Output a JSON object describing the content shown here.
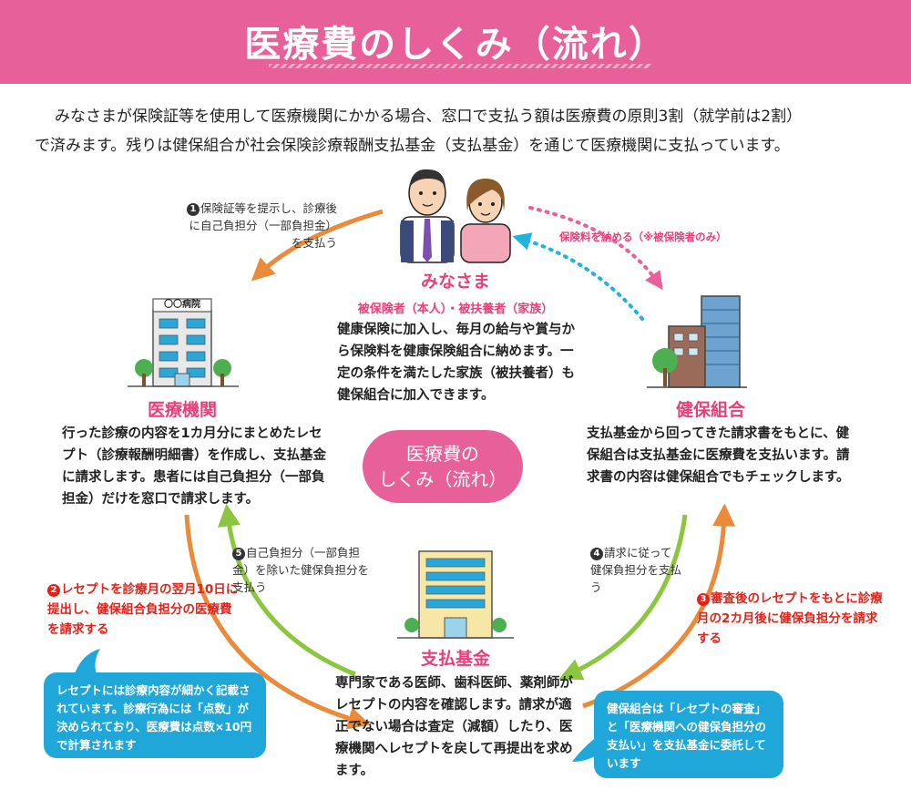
{
  "header": {
    "title": "医療費のしくみ（流れ）"
  },
  "intro": {
    "line1": "みなさまが保険証等を使用して医療機関にかかる場合、窓口で支払う額は医療費の原則3割（就学前は2割）",
    "line2": "で済みます。残りは健保組合が社会保険診療報酬支払基金（支払基金）を通じて医療機関に支払っています。"
  },
  "center": {
    "line1": "医療費の",
    "line2": "しくみ（流れ）"
  },
  "minasama": {
    "title": "みなさま",
    "subtitle": "被保険者（本人）・被扶養者（家族）",
    "body": "健康保険に加入し、毎月の給与や賞与から保険料を健康保険組合に納めます。一定の条件を満たした家族（被扶養者）も健保組合に加入できます。"
  },
  "hospital": {
    "sign": "〇〇病院",
    "title": "医療機関",
    "body": "行った診療の内容を1カ月分にまとめたレセプト（診療報酬明細書）を作成し、支払基金に請求します。患者には自己負担分（一部負担金）だけを窓口で請求します。"
  },
  "kenpo": {
    "title": "健保組合",
    "body": "支払基金から回ってきた請求書をもとに、健保組合は支払基金に医療費を支払います。請求書の内容は健保組合でもチェックします。"
  },
  "shiharai": {
    "title": "支払基金",
    "body": "専門家である医師、歯科医師、薬剤師がレセプトの内容を確認します。請求が適正でない場合は査定（減額）したり、医療機関へレセプトを戻して再提出を求めます。"
  },
  "steps": {
    "s1": {
      "num": "1",
      "text": "保険証等を提示し、診療後に自己負担分（一部負担金）を支払う"
    },
    "s2": {
      "num": "2",
      "text": "レセプトを診療月の翌月10日に提出し、健保組合負担分の医療費を請求する"
    },
    "s3": {
      "num": "3",
      "text": "審査後のレセプトをもとに診療月の2カ月後に健保負担分を請求する"
    },
    "s4": {
      "num": "4",
      "text": "請求に従って健保負担分を支払う"
    },
    "s5": {
      "num": "5",
      "text": "自己負担分（一部負担金）を除いた健保負担分を支払う"
    }
  },
  "premium_note": "保険料を納める（※被保険者のみ）",
  "bubble_left": "レセプトには診療内容が細かく記載されています。診療行為には「点数」が決められており、医療費は点数×10円で計算されます",
  "bubble_right": "健保組合は「レセプトの審査」と「医療機関への健保負担分の支払い」を支払基金に委託しています",
  "colors": {
    "brand_pink": "#e8609a",
    "orange_arrow": "#ea8a3b",
    "green_arrow": "#8cc63f",
    "blue_dotted": "#1fb3dd",
    "pink_dotted": "#e8609a",
    "red_text": "#e0241b",
    "bubble_blue": "#1fa7d9"
  }
}
